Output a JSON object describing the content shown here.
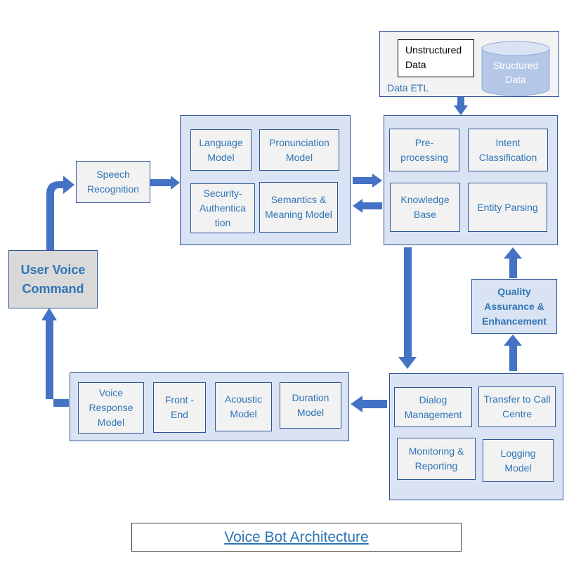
{
  "colors": {
    "arrow": "#4472c4",
    "text": "#2e74b5",
    "group_fill": "#dae3f3",
    "box_fill": "#f2f2f2",
    "cylinder_fill": "#b4c7e7"
  },
  "etl": {
    "unstructured": "Unstructured Data",
    "structured": "Structured Data",
    "label": "Data ETL"
  },
  "speech_recognition": "Speech Recognition",
  "user_voice_command": "User Voice Command",
  "language_group": {
    "language_model": "Language Model",
    "pronunciation_model": "Pronunciation Model",
    "security_authentication": "Security-Authentica tion",
    "semantics_meaning_model": "Semantics & Meaning Model"
  },
  "nlu_group": {
    "preprocessing": "Pre-processing",
    "intent_classification": "Intent Classification",
    "knowledge_base": "Knowledge Base",
    "entity_parsing": "Entity Parsing"
  },
  "quality_assurance": "Quality Assurance & Enhancement",
  "dialog_group": {
    "dialog_management": "Dialog Management",
    "transfer_to_call_centre": "Transfer to Call Centre",
    "monitoring_reporting": "Monitoring & Reporting",
    "logging_model": "Logging Model"
  },
  "tts_group": {
    "voice_response_model": "Voice Response Model",
    "front_end": "Front - End",
    "acoustic_model": "Acoustic Model",
    "duration_model": "Duration Model"
  },
  "caption": "Voice Bot Architecture"
}
